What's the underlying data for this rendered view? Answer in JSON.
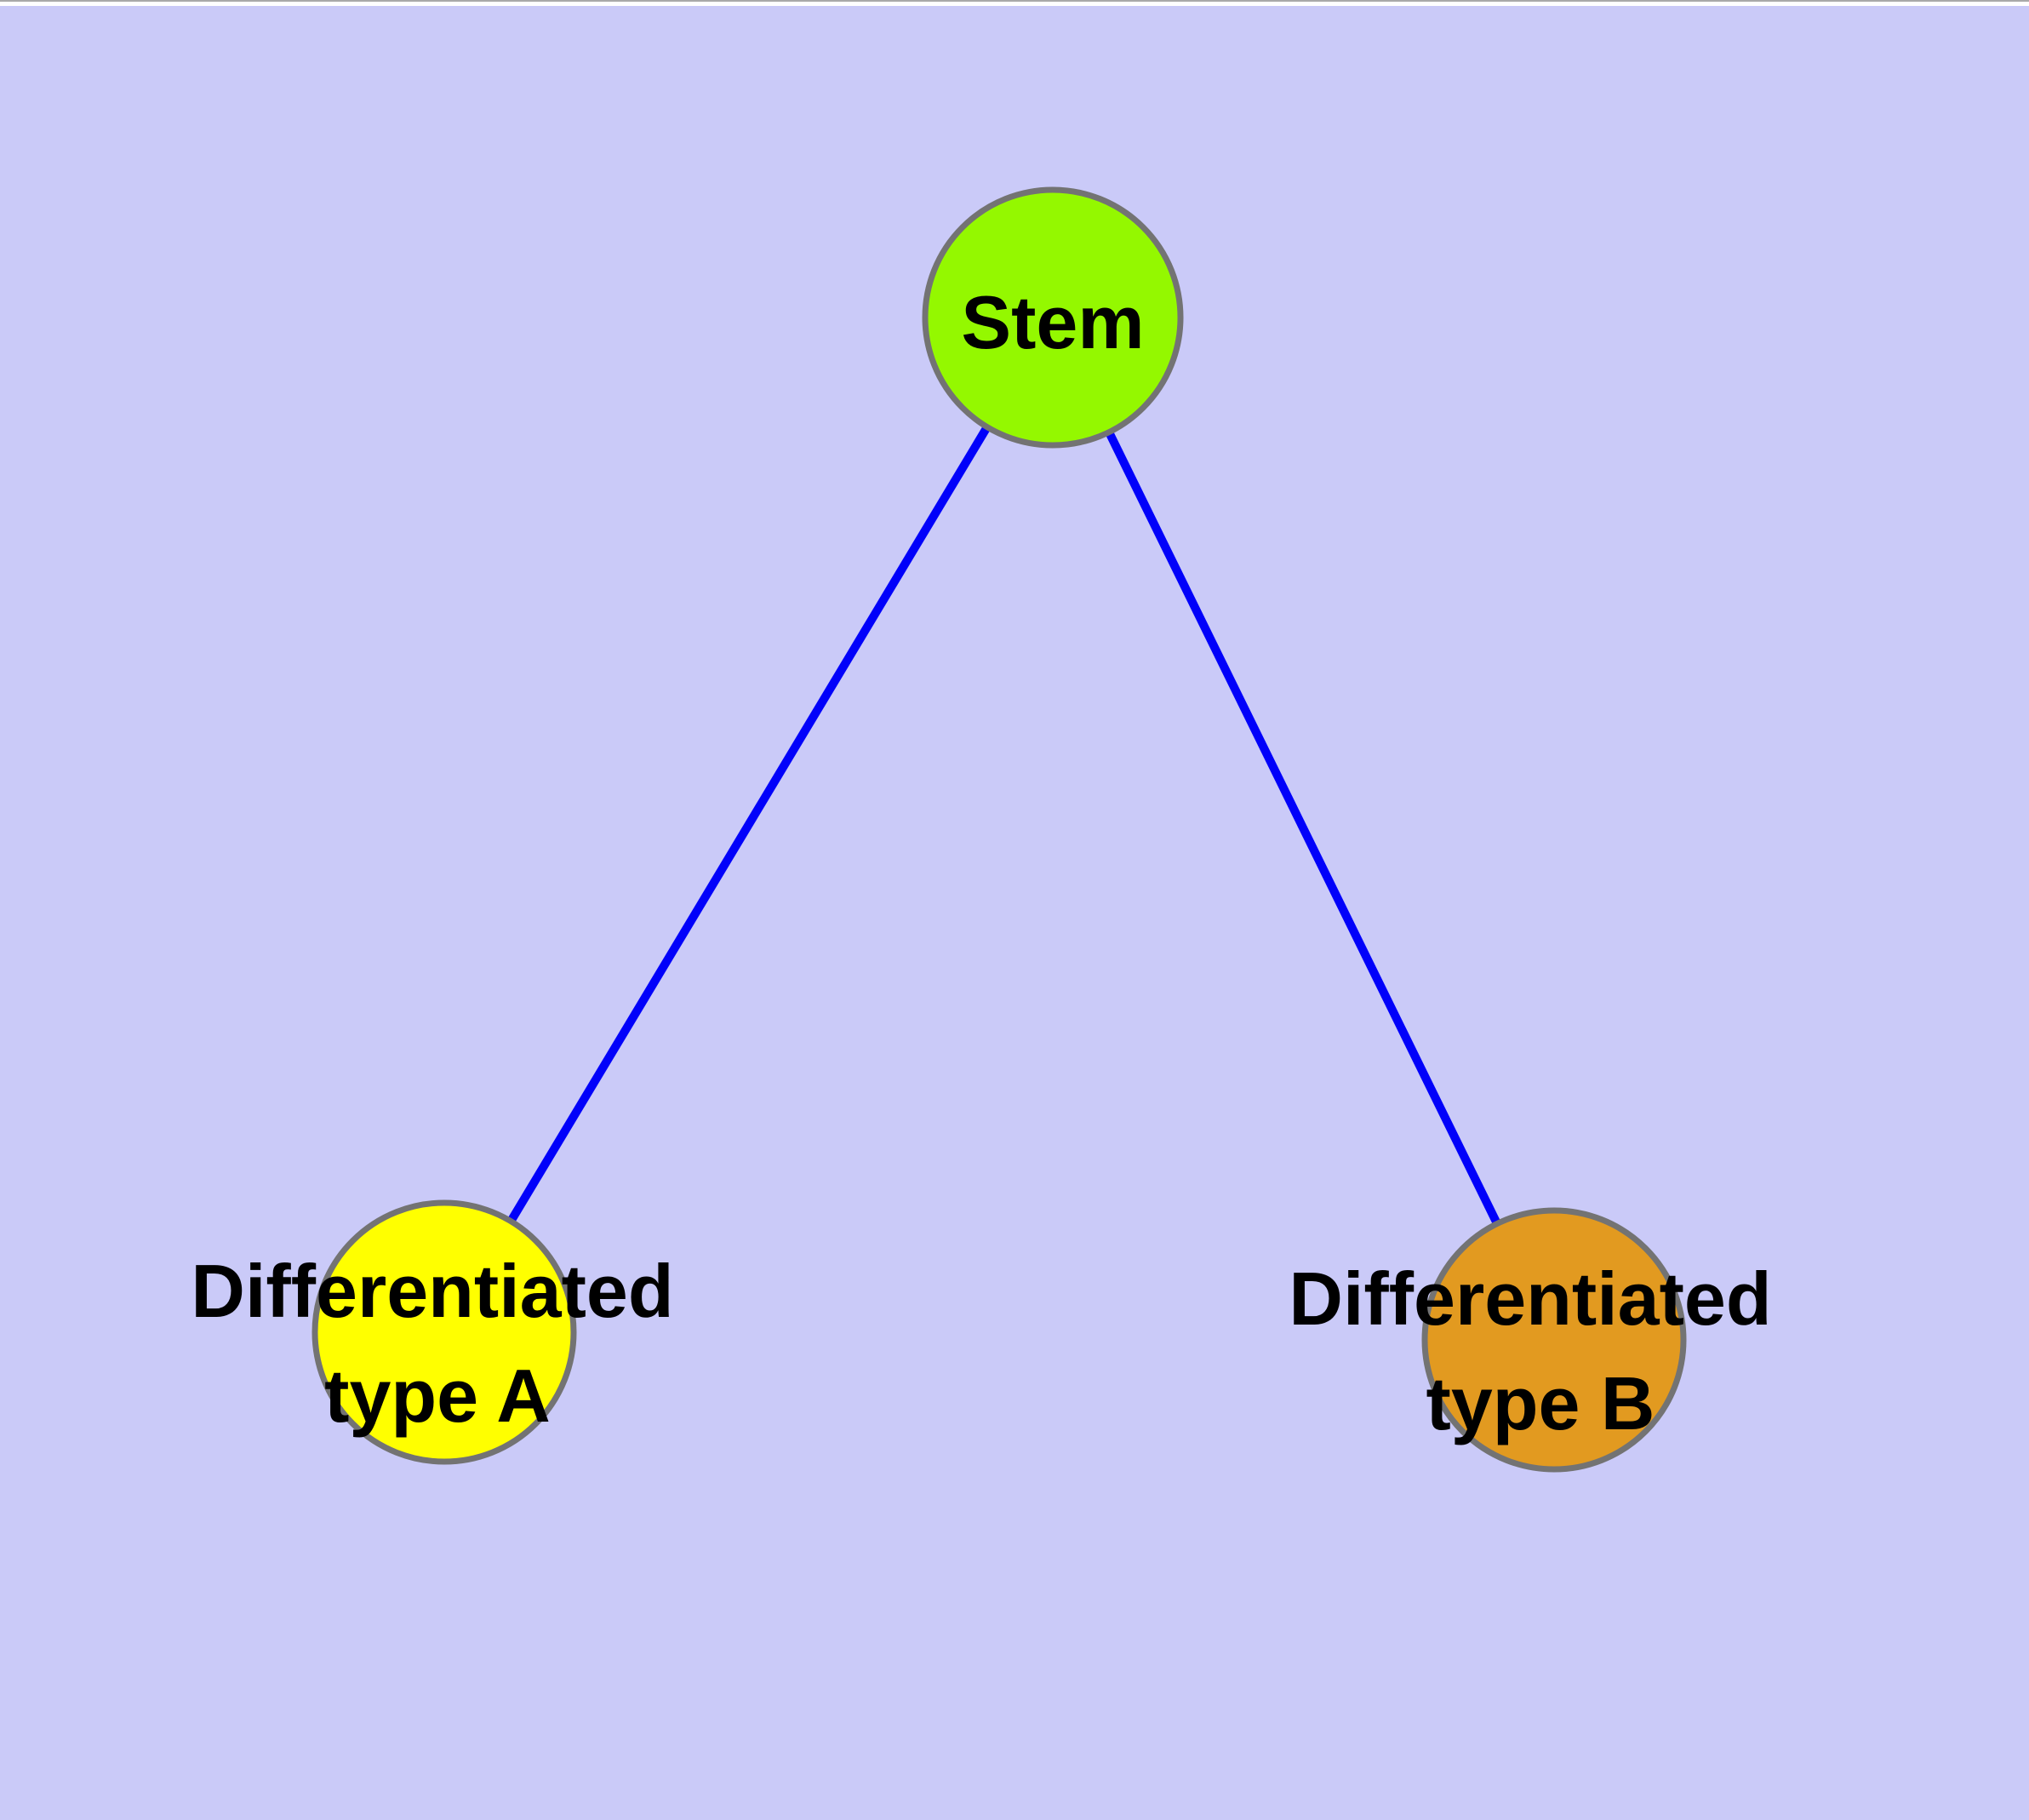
{
  "diagram": {
    "background_color": "#CACAF8",
    "top_strip_color": "#FFFFFF",
    "top_edge_line_color": "#A9A9A9",
    "edge_color": "#0101FA",
    "node_border_color": "#737373",
    "label_color": "#000000",
    "nodes": {
      "stem": {
        "label": "Stem",
        "fill": "#94F800"
      },
      "type_a": {
        "label": "Differentiated type A",
        "line1": "Differentiated",
        "line2": "type A",
        "fill": "#FFFF00"
      },
      "type_b": {
        "label": "Differentiated type B",
        "line1": "Differentiated",
        "line2": "type B",
        "fill": "#E29A20"
      }
    },
    "edges": [
      {
        "from": "Stem",
        "to": "Differentiated type A"
      },
      {
        "from": "Stem",
        "to": "Differentiated type B"
      }
    ]
  }
}
